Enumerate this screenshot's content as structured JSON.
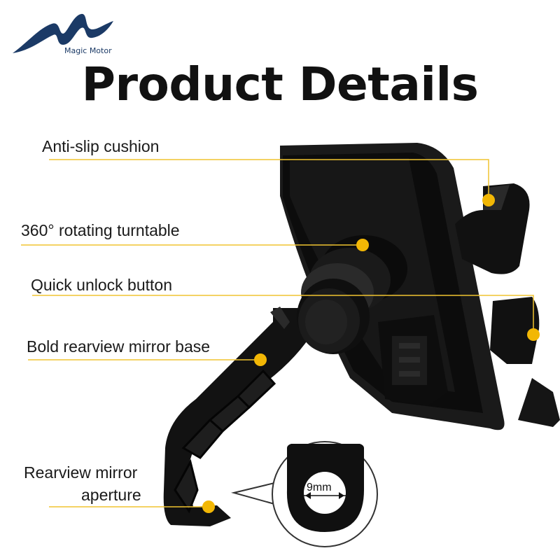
{
  "brand": {
    "name": "Magic Motor",
    "logo_icon": "wave-m-logo"
  },
  "title": "Product Details",
  "callouts": {
    "anti_slip": "Anti-slip cushion",
    "turntable": "360° rotating turntable",
    "unlock": "Quick unlock button",
    "base": "Bold rearview mirror base",
    "aperture_line1": "Rearview mirror",
    "aperture_line2": "aperture"
  },
  "dimension": "9mm",
  "colors": {
    "accent": "#f2b705",
    "line": "#f0c330",
    "product": "#151515",
    "brand": "#1b3a66"
  }
}
